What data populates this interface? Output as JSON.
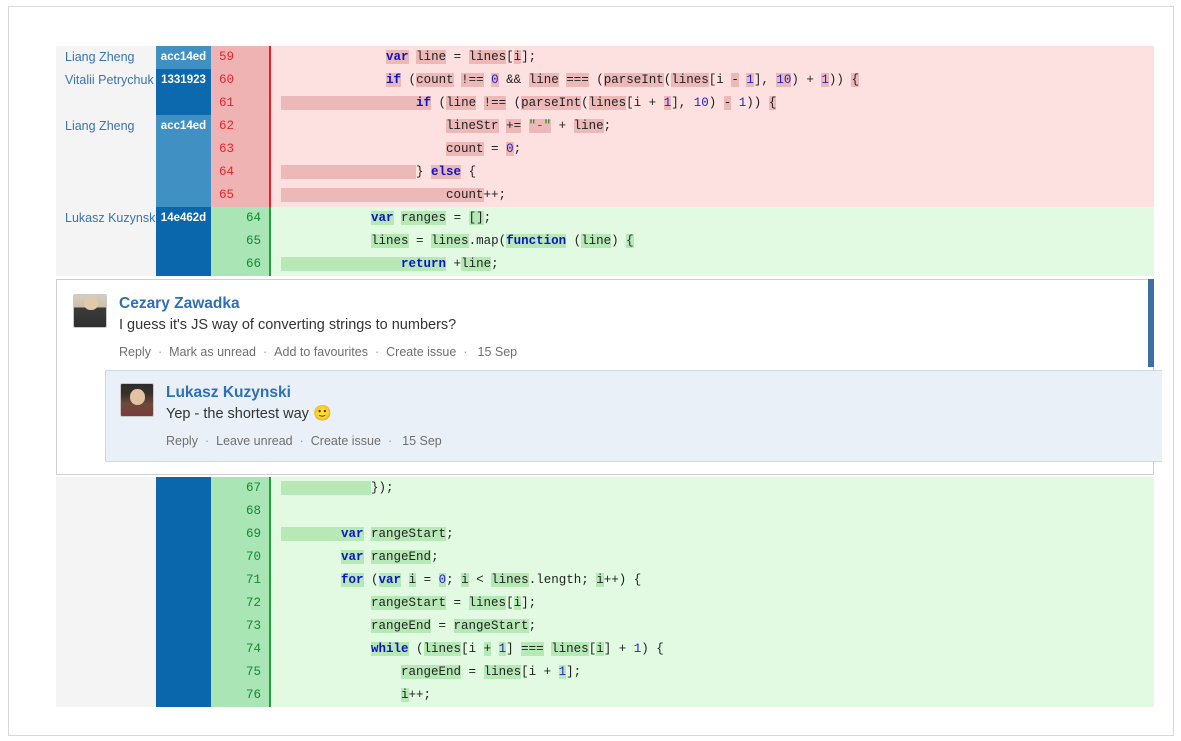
{
  "diff_top": {
    "rows": [
      {
        "author": "Liang Zheng",
        "hash": "acc14ed",
        "hash_style": "hash-a",
        "type": "del",
        "num": "59",
        "tokens": [
          {
            "t": "              ",
            "c": "pl"
          },
          {
            "t": "var",
            "c": "kw",
            "w": true
          },
          {
            "t": " ",
            "c": "pl"
          },
          {
            "t": "line",
            "c": "pl",
            "w": true
          },
          {
            "t": " = ",
            "c": "pl"
          },
          {
            "t": "lines",
            "c": "pl",
            "w": true
          },
          {
            "t": "[",
            "c": "pl"
          },
          {
            "t": "i",
            "c": "pl",
            "w": true
          },
          {
            "t": "];",
            "c": "pl"
          }
        ]
      },
      {
        "author": "Vitalii Petrychuk",
        "hash": "1331923",
        "hash_style": "hash-b",
        "type": "del",
        "num": "60",
        "tokens": [
          {
            "t": "              ",
            "c": "pl"
          },
          {
            "t": "if",
            "c": "kw",
            "w": true
          },
          {
            "t": " (",
            "c": "pl"
          },
          {
            "t": "count",
            "c": "pl",
            "w": true
          },
          {
            "t": " ",
            "c": "pl"
          },
          {
            "t": "!==",
            "c": "pl",
            "w": true
          },
          {
            "t": " ",
            "c": "pl"
          },
          {
            "t": "0",
            "c": "num",
            "w": true
          },
          {
            "t": " ",
            "c": "pl"
          },
          {
            "t": "&&",
            "c": "pl"
          },
          {
            "t": " ",
            "c": "pl"
          },
          {
            "t": "line",
            "c": "pl",
            "w": true
          },
          {
            "t": " ",
            "c": "pl"
          },
          {
            "t": "===",
            "c": "pl",
            "w": true
          },
          {
            "t": " (",
            "c": "pl"
          },
          {
            "t": "parseInt",
            "c": "pl",
            "w": true
          },
          {
            "t": "(",
            "c": "pl"
          },
          {
            "t": "lines",
            "c": "pl",
            "w": true
          },
          {
            "t": "[i ",
            "c": "pl"
          },
          {
            "t": "-",
            "c": "pl",
            "w": true
          },
          {
            "t": " ",
            "c": "pl"
          },
          {
            "t": "1",
            "c": "num",
            "w": true
          },
          {
            "t": "], ",
            "c": "pl"
          },
          {
            "t": "10",
            "c": "num",
            "w": true
          },
          {
            "t": ") + ",
            "c": "pl"
          },
          {
            "t": "1",
            "c": "num",
            "w": true
          },
          {
            "t": ")) ",
            "c": "pl"
          },
          {
            "t": "{",
            "c": "pl",
            "w": true
          }
        ]
      },
      {
        "author": "",
        "hash": "",
        "hash_style": "hash-b",
        "type": "del",
        "num": "61",
        "tokens": [
          {
            "t": "                  ",
            "c": "pl",
            "w": true
          },
          {
            "t": "if",
            "c": "kw",
            "w": true
          },
          {
            "t": " (",
            "c": "pl"
          },
          {
            "t": "line",
            "c": "pl",
            "w": true
          },
          {
            "t": " ",
            "c": "pl"
          },
          {
            "t": "!==",
            "c": "pl",
            "w": true
          },
          {
            "t": " (",
            "c": "pl"
          },
          {
            "t": "parseInt",
            "c": "pl",
            "w": true
          },
          {
            "t": "(",
            "c": "pl"
          },
          {
            "t": "lines",
            "c": "pl",
            "w": true
          },
          {
            "t": "[i + ",
            "c": "pl"
          },
          {
            "t": "1",
            "c": "num",
            "w": true
          },
          {
            "t": "], ",
            "c": "pl"
          },
          {
            "t": "10",
            "c": "num"
          },
          {
            "t": ") ",
            "c": "pl"
          },
          {
            "t": "-",
            "c": "pl",
            "w": true
          },
          {
            "t": " ",
            "c": "pl"
          },
          {
            "t": "1",
            "c": "num"
          },
          {
            "t": ")) ",
            "c": "pl"
          },
          {
            "t": "{",
            "c": "pl",
            "w": true
          }
        ]
      },
      {
        "author": "Liang Zheng",
        "hash": "acc14ed",
        "hash_style": "hash-a",
        "type": "del",
        "num": "62",
        "tokens": [
          {
            "t": "                      ",
            "c": "pl"
          },
          {
            "t": "lineStr",
            "c": "pl",
            "w": true
          },
          {
            "t": " ",
            "c": "pl"
          },
          {
            "t": "+=",
            "c": "pl",
            "w": true
          },
          {
            "t": " ",
            "c": "pl"
          },
          {
            "t": "\"-\"",
            "c": "str",
            "w": true
          },
          {
            "t": " + ",
            "c": "pl"
          },
          {
            "t": "line",
            "c": "pl",
            "w": true
          },
          {
            "t": ";",
            "c": "pl"
          }
        ]
      },
      {
        "author": "",
        "hash": "",
        "hash_style": "hash-a",
        "type": "del",
        "num": "63",
        "tokens": [
          {
            "t": "                      ",
            "c": "pl"
          },
          {
            "t": "count",
            "c": "pl",
            "w": true
          },
          {
            "t": " = ",
            "c": "pl"
          },
          {
            "t": "0",
            "c": "num",
            "w": true
          },
          {
            "t": ";",
            "c": "pl"
          }
        ]
      },
      {
        "author": "",
        "hash": "",
        "hash_style": "hash-a",
        "type": "del",
        "num": "64",
        "tokens": [
          {
            "t": "                  ",
            "c": "pl",
            "w": true
          },
          {
            "t": "} ",
            "c": "pl"
          },
          {
            "t": "else",
            "c": "kw",
            "w": true
          },
          {
            "t": " {",
            "c": "pl"
          }
        ]
      },
      {
        "author": "",
        "hash": "",
        "hash_style": "hash-a",
        "type": "del",
        "num": "65",
        "tokens": [
          {
            "t": "                      ",
            "c": "pl",
            "w": true
          },
          {
            "t": "count",
            "c": "pl",
            "w": true
          },
          {
            "t": "++;",
            "c": "pl"
          }
        ]
      },
      {
        "author": "Lukasz Kuzynski",
        "hash": "14e462d",
        "hash_style": "hash-c",
        "type": "add",
        "num": "64",
        "tokens": [
          {
            "t": "            ",
            "c": "pl"
          },
          {
            "t": "var",
            "c": "kw",
            "w": true
          },
          {
            "t": " ",
            "c": "pl"
          },
          {
            "t": "ranges",
            "c": "pl",
            "w": true
          },
          {
            "t": " = ",
            "c": "pl"
          },
          {
            "t": "[]",
            "c": "pl",
            "w": true
          },
          {
            "t": ";",
            "c": "pl"
          }
        ]
      },
      {
        "author": "",
        "hash": "",
        "hash_style": "hash-c",
        "type": "add",
        "num": "65",
        "tokens": [
          {
            "t": "            ",
            "c": "pl"
          },
          {
            "t": "lines",
            "c": "pl",
            "w": true
          },
          {
            "t": " = ",
            "c": "pl"
          },
          {
            "t": "lines",
            "c": "pl",
            "w": true
          },
          {
            "t": ".map(",
            "c": "pl"
          },
          {
            "t": "function",
            "c": "kw",
            "w": true
          },
          {
            "t": " (",
            "c": "pl"
          },
          {
            "t": "line",
            "c": "pl",
            "w": true
          },
          {
            "t": ") ",
            "c": "pl"
          },
          {
            "t": "{",
            "c": "pl",
            "w": true
          }
        ]
      },
      {
        "author": "",
        "hash": "",
        "hash_style": "hash-c",
        "type": "add",
        "num": "66",
        "tokens": [
          {
            "t": "                ",
            "c": "pl",
            "w": true
          },
          {
            "t": "return",
            "c": "kw",
            "w": true
          },
          {
            "t": " +",
            "c": "pl"
          },
          {
            "t": "line",
            "c": "pl",
            "w": true
          },
          {
            "t": ";",
            "c": "pl"
          }
        ]
      }
    ]
  },
  "comments": [
    {
      "author": "Cezary Zawadka",
      "text": "I guess it's JS way of converting strings to numbers?",
      "emoji": "",
      "actions": [
        "Reply",
        "Mark as unread",
        "Add to favourites",
        "Create issue"
      ],
      "timestamp": "15 Sep",
      "avatar_name": "avatar-cezary-zawadka"
    },
    {
      "author": "Lukasz Kuzynski",
      "text": "Yep - the shortest way",
      "emoji": "🙂",
      "actions": [
        "Reply",
        "Leave unread",
        "Create issue"
      ],
      "timestamp": "15 Sep",
      "avatar_name": "avatar-lukasz-kuzynski"
    }
  ],
  "diff_bottom": {
    "rows": [
      {
        "author": "",
        "hash": "",
        "hash_style": "hash-c",
        "type": "add",
        "num": "67",
        "tokens": [
          {
            "t": "            ",
            "c": "pl",
            "w": true
          },
          {
            "t": "});",
            "c": "pl"
          }
        ]
      },
      {
        "author": "",
        "hash": "",
        "hash_style": "hash-c",
        "type": "add",
        "num": "68",
        "tokens": [
          {
            "t": "",
            "c": "pl"
          }
        ]
      },
      {
        "author": "",
        "hash": "",
        "hash_style": "hash-c",
        "type": "add",
        "num": "69",
        "tokens": [
          {
            "t": "        ",
            "c": "pl",
            "w": true
          },
          {
            "t": "var",
            "c": "kw",
            "w": true
          },
          {
            "t": " ",
            "c": "pl"
          },
          {
            "t": "rangeStart",
            "c": "pl",
            "w": true
          },
          {
            "t": ";",
            "c": "pl"
          }
        ]
      },
      {
        "author": "",
        "hash": "",
        "hash_style": "hash-c",
        "type": "add",
        "num": "70",
        "tokens": [
          {
            "t": "        ",
            "c": "pl"
          },
          {
            "t": "var",
            "c": "kw",
            "w": true
          },
          {
            "t": " ",
            "c": "pl"
          },
          {
            "t": "rangeEnd",
            "c": "pl",
            "w": true
          },
          {
            "t": ";",
            "c": "pl"
          }
        ]
      },
      {
        "author": "",
        "hash": "",
        "hash_style": "hash-c",
        "type": "add",
        "num": "71",
        "tokens": [
          {
            "t": "        ",
            "c": "pl"
          },
          {
            "t": "for",
            "c": "kw",
            "w": true
          },
          {
            "t": " (",
            "c": "pl"
          },
          {
            "t": "var",
            "c": "kw",
            "w": true
          },
          {
            "t": " ",
            "c": "pl"
          },
          {
            "t": "i",
            "c": "pl",
            "w": true
          },
          {
            "t": " = ",
            "c": "pl"
          },
          {
            "t": "0",
            "c": "num",
            "w": true
          },
          {
            "t": "; ",
            "c": "pl"
          },
          {
            "t": "i",
            "c": "pl",
            "w": true
          },
          {
            "t": " < ",
            "c": "pl"
          },
          {
            "t": "lines",
            "c": "pl",
            "w": true
          },
          {
            "t": ".length; ",
            "c": "pl"
          },
          {
            "t": "i",
            "c": "pl",
            "w": true
          },
          {
            "t": "++) {",
            "c": "pl"
          }
        ]
      },
      {
        "author": "",
        "hash": "",
        "hash_style": "hash-c",
        "type": "add",
        "num": "72",
        "tokens": [
          {
            "t": "            ",
            "c": "pl"
          },
          {
            "t": "rangeStart",
            "c": "pl",
            "w": true
          },
          {
            "t": " = ",
            "c": "pl"
          },
          {
            "t": "lines",
            "c": "pl",
            "w": true
          },
          {
            "t": "[",
            "c": "pl"
          },
          {
            "t": "i",
            "c": "pl",
            "w": true
          },
          {
            "t": "];",
            "c": "pl"
          }
        ]
      },
      {
        "author": "",
        "hash": "",
        "hash_style": "hash-c",
        "type": "add",
        "num": "73",
        "tokens": [
          {
            "t": "            ",
            "c": "pl"
          },
          {
            "t": "rangeEnd",
            "c": "pl",
            "w": true
          },
          {
            "t": " = ",
            "c": "pl"
          },
          {
            "t": "rangeStart",
            "c": "pl",
            "w": true
          },
          {
            "t": ";",
            "c": "pl"
          }
        ]
      },
      {
        "author": "",
        "hash": "",
        "hash_style": "hash-c",
        "type": "add",
        "num": "74",
        "tokens": [
          {
            "t": "            ",
            "c": "pl"
          },
          {
            "t": "while",
            "c": "kw",
            "w": true
          },
          {
            "t": " (",
            "c": "pl"
          },
          {
            "t": "lines",
            "c": "pl",
            "w": true
          },
          {
            "t": "[i ",
            "c": "pl"
          },
          {
            "t": "+",
            "c": "pl",
            "w": true
          },
          {
            "t": " ",
            "c": "pl"
          },
          {
            "t": "1",
            "c": "num",
            "w": true
          },
          {
            "t": "] ",
            "c": "pl"
          },
          {
            "t": "===",
            "c": "pl",
            "w": true
          },
          {
            "t": " ",
            "c": "pl"
          },
          {
            "t": "lines",
            "c": "pl",
            "w": true
          },
          {
            "t": "[",
            "c": "pl"
          },
          {
            "t": "i",
            "c": "pl",
            "w": true
          },
          {
            "t": "] + ",
            "c": "pl"
          },
          {
            "t": "1",
            "c": "num"
          },
          {
            "t": ") {",
            "c": "pl"
          }
        ]
      },
      {
        "author": "",
        "hash": "",
        "hash_style": "hash-c",
        "type": "add",
        "num": "75",
        "tokens": [
          {
            "t": "                ",
            "c": "pl"
          },
          {
            "t": "rangeEnd",
            "c": "pl",
            "w": true
          },
          {
            "t": " = ",
            "c": "pl"
          },
          {
            "t": "lines",
            "c": "pl",
            "w": true
          },
          {
            "t": "[i + ",
            "c": "pl"
          },
          {
            "t": "1",
            "c": "num",
            "w": true
          },
          {
            "t": "];",
            "c": "pl"
          }
        ]
      },
      {
        "author": "",
        "hash": "",
        "hash_style": "hash-c",
        "type": "add",
        "num": "76",
        "tokens": [
          {
            "t": "                ",
            "c": "pl"
          },
          {
            "t": "i",
            "c": "pl",
            "w": true
          },
          {
            "t": "++;",
            "c": "pl"
          }
        ]
      }
    ]
  },
  "colors": {
    "deletion_bg": "#fde0e0",
    "deletion_gutter": "#f0b3b3",
    "deletion_border": "#ec1c24",
    "addition_bg": "#e2fae2",
    "addition_gutter": "#a9e5b5",
    "addition_border": "#21a038",
    "hash_light_blue": "#4190c4",
    "hash_dark_blue": "#0d69ad",
    "author_text": "#3b73af",
    "comment_accent": "#3d6fa5",
    "reply_bg": "#e9f0f8"
  }
}
